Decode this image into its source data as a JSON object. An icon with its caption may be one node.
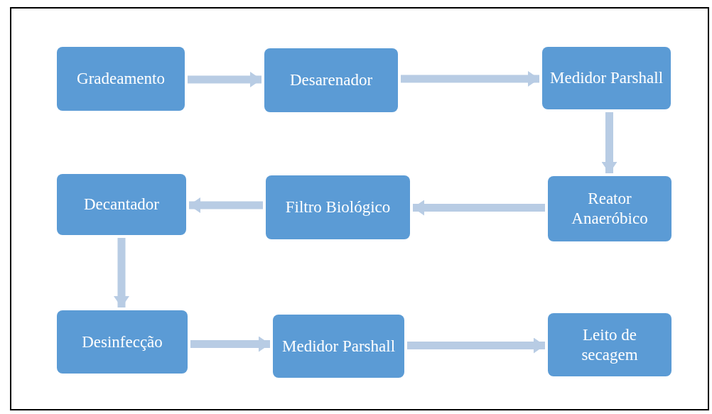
{
  "diagram": {
    "nodes": [
      {
        "text": [
          "Gradeamento"
        ]
      },
      {
        "text": [
          "Desarenador"
        ]
      },
      {
        "text": [
          "Medidor Parshall"
        ]
      },
      {
        "text": [
          "Reator Anaeróbico"
        ]
      },
      {
        "text": [
          "Filtro Biológico"
        ]
      },
      {
        "text": [
          "Decantador"
        ]
      },
      {
        "text": [
          "Desinfecção"
        ]
      },
      {
        "text": [
          "Medidor Parshall"
        ]
      },
      {
        "text": [
          "Leito de secagem"
        ]
      }
    ],
    "edges": [
      {
        "from": 0,
        "to": 1,
        "arrow": "to"
      },
      {
        "from": 1,
        "to": 2,
        "arrow": "to"
      },
      {
        "from": 2,
        "to": 3,
        "arrow": "to"
      },
      {
        "from": 3,
        "to": 4,
        "arrow": "to"
      },
      {
        "from": 4,
        "to": 5,
        "arrow": "to"
      },
      {
        "from": 5,
        "to": 6,
        "arrow": "to"
      },
      {
        "from": 6,
        "to": 7,
        "arrow": "to"
      },
      {
        "from": 7,
        "to": 8,
        "arrow": "to"
      }
    ]
  }
}
